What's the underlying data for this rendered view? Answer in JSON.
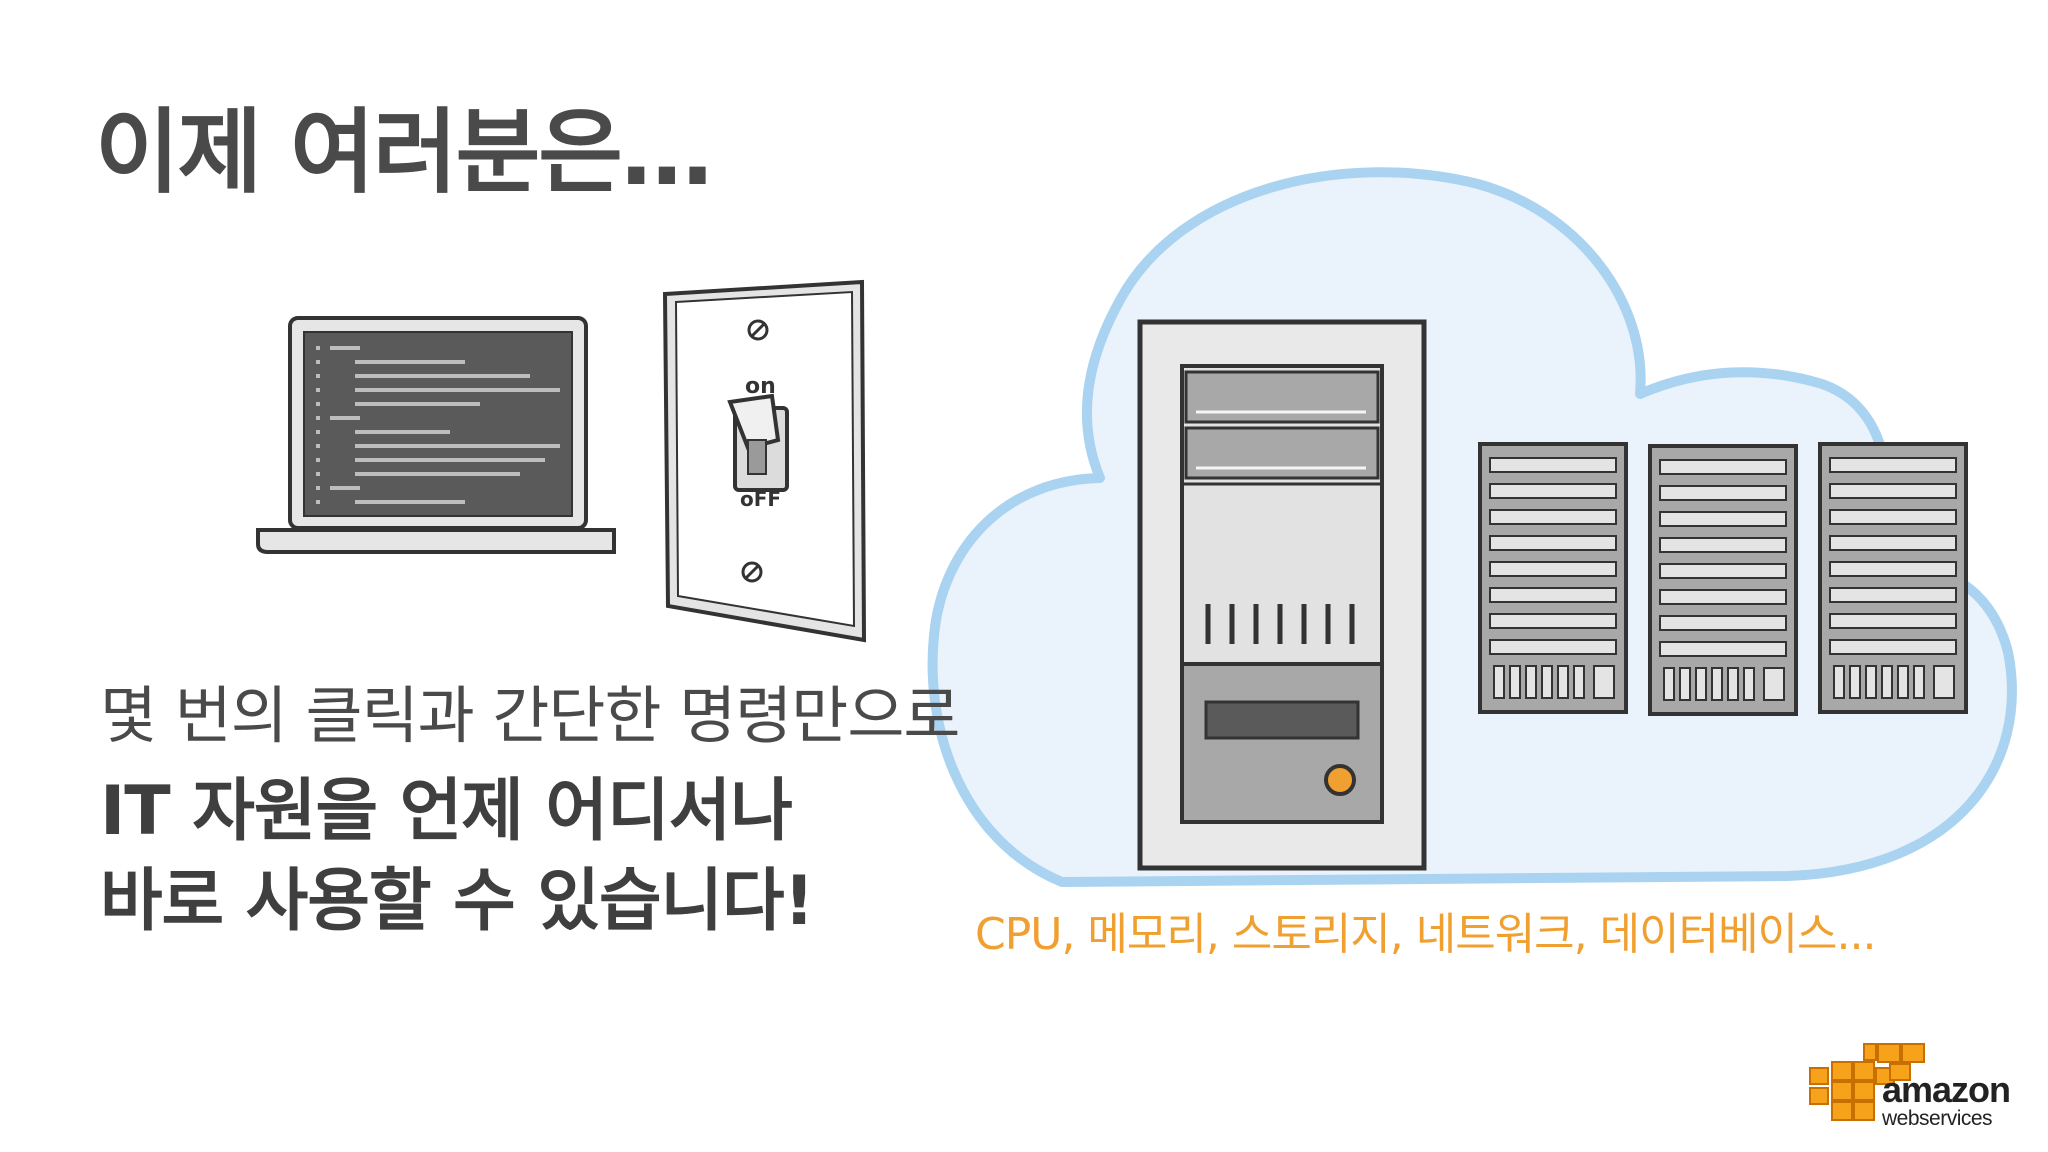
{
  "slide": {
    "title": "이제 여러분은…",
    "lines": [
      "몇 번의 클릭과 간단한 명령만으로",
      "IT 자원을 언제 어디서나",
      "바로 사용할 수 있습니다!"
    ],
    "resources": "CPU, 메모리, 스토리지, 네트워크, 데이터베이스..."
  },
  "switch": {
    "on_label": "on",
    "off_label": "oFF"
  },
  "logo": {
    "line1": "amazon",
    "line2": "webservices"
  },
  "colors": {
    "title": "#4a4a4a",
    "accent_orange": "#f0a030",
    "cloud_stroke": "#a9d3f0",
    "cloud_fill": "#eaf3fb"
  },
  "icons": [
    "laptop-icon",
    "light-switch-icon",
    "cloud-icon",
    "tower-server-icon",
    "rack-server-icon",
    "aws-cubes-icon"
  ]
}
